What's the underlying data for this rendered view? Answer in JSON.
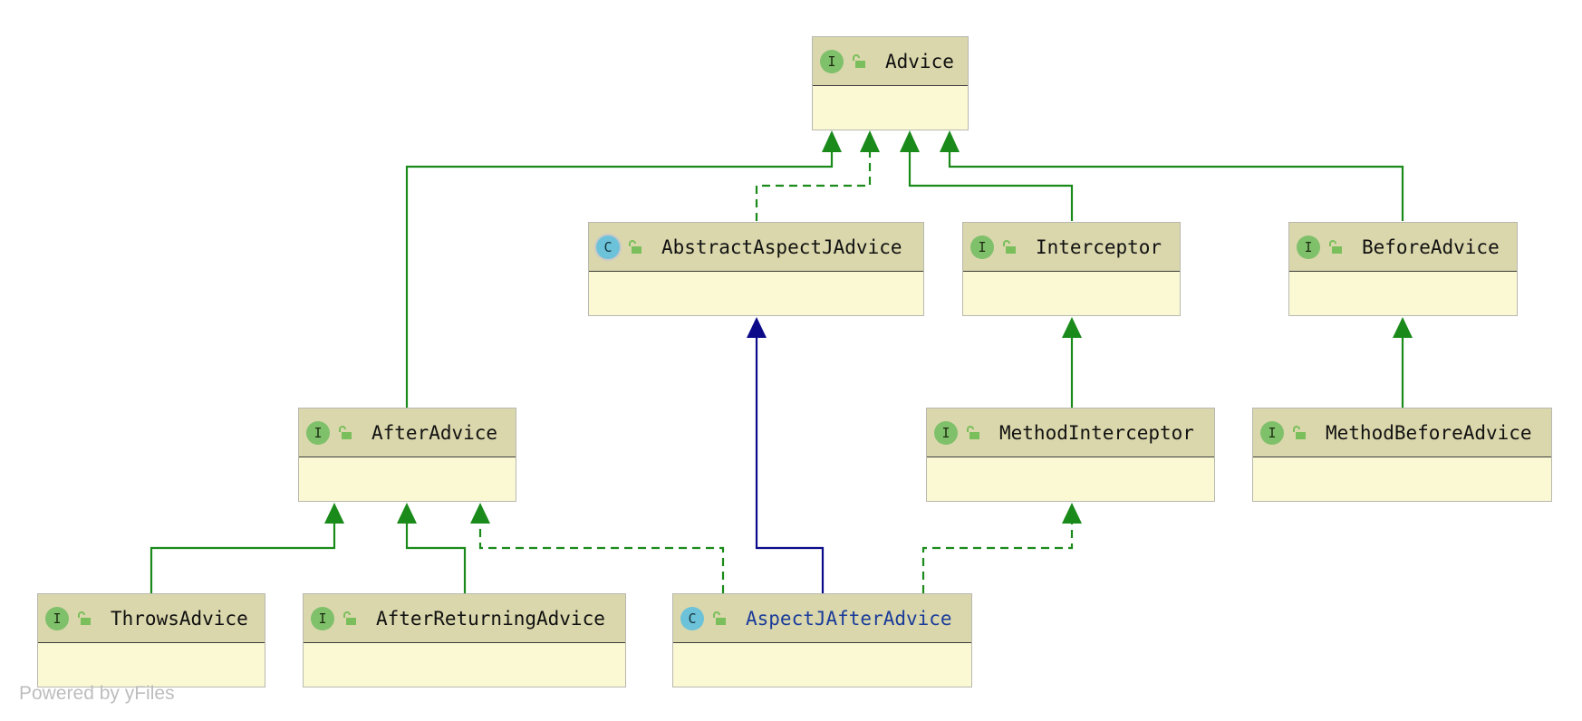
{
  "nodes": {
    "advice": {
      "kind": "I",
      "name": "Advice"
    },
    "abstract_aspectj_advice": {
      "kind": "C",
      "name": "AbstractAspectJAdvice"
    },
    "interceptor": {
      "kind": "I",
      "name": "Interceptor"
    },
    "before_advice": {
      "kind": "I",
      "name": "BeforeAdvice"
    },
    "after_advice": {
      "kind": "I",
      "name": "AfterAdvice"
    },
    "method_interceptor": {
      "kind": "I",
      "name": "MethodInterceptor"
    },
    "method_before_advice": {
      "kind": "I",
      "name": "MethodBeforeAdvice"
    },
    "throws_advice": {
      "kind": "I",
      "name": "ThrowsAdvice"
    },
    "after_returning_advice": {
      "kind": "I",
      "name": "AfterReturningAdvice"
    },
    "aspectj_after_advice": {
      "kind": "C",
      "name": "AspectJAfterAdvice"
    }
  },
  "edges": [
    {
      "from": "After Advice → Advice",
      "type": "extends"
    },
    {
      "from": "AbstractAspectJAdvice → Advice",
      "type": "implements"
    },
    {
      "from": "Interceptor → Advice",
      "type": "extends"
    },
    {
      "from": "BeforeAdvice → Advice",
      "type": "extends"
    },
    {
      "from": "MethodInterceptor → Interceptor",
      "type": "extends"
    },
    {
      "from": "MethodBeforeAdvice → BeforeAdvice",
      "type": "extends"
    },
    {
      "from": "ThrowsAdvice → AfterAdvice",
      "type": "extends"
    },
    {
      "from": "AfterReturningAdvice → AfterAdvice",
      "type": "extends"
    },
    {
      "from": "AspectJAfterAdvice → AfterAdvice",
      "type": "implements"
    },
    {
      "from": "AspectJAfterAdvice → AbstractAspectJAdvice",
      "type": "class-extends"
    },
    {
      "from": "AspectJAfterAdvice → MethodInterceptor",
      "type": "implements"
    }
  ],
  "colors": {
    "interface_edge": "#1a8a1a",
    "class_edge": "#0b0b8a",
    "header_bg": "#dad7ac",
    "body_bg": "#fbf9d3",
    "interface_badge": "#7fc06b",
    "class_badge": "#6cc2d8"
  },
  "footer": {
    "powered_by": "Powered by yFiles"
  }
}
